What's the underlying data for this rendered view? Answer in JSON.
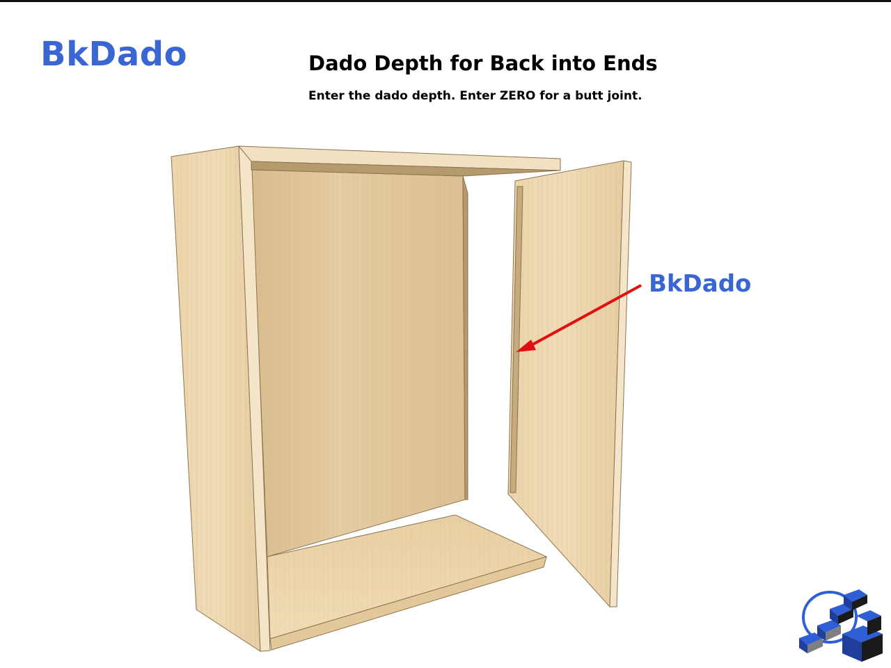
{
  "header": {
    "code": "BkDado",
    "title": "Dado Depth for Back into Ends",
    "subtitle": "Enter the dado depth. Enter ZERO for a butt joint."
  },
  "diagram": {
    "callout_label": "BkDado",
    "callout_color": "#e01010",
    "label_color": "#3a66d4",
    "wood_colors": {
      "face": "#ecd5ac",
      "edge": "#f3e3c4",
      "shadow": "#c6a97a",
      "back_panel": "#e2c79c"
    }
  },
  "logo": {
    "icon": "cube-stack-logo-icon",
    "colors": [
      "#2f5fd6",
      "#1a1a1a",
      "#7f7f7f"
    ]
  }
}
